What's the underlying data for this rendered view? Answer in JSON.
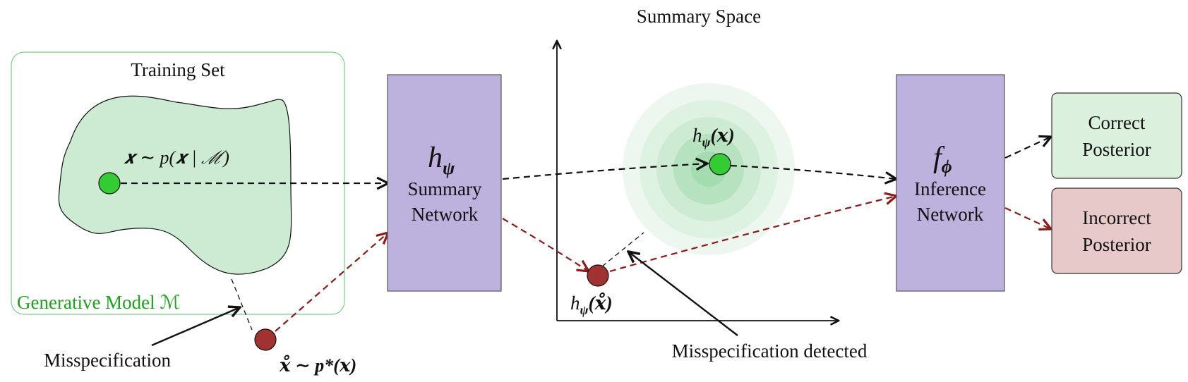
{
  "diagram": {
    "training_set": {
      "title": "Training Set",
      "sample_label": "𝒙 ∼ p(𝒙 | ℳ)",
      "model_label": "Generative Model ℳ"
    },
    "misspecification": {
      "label": "Misspecification",
      "observed_label": "𝒙̊ ∼ p*(𝒙)"
    },
    "summary_network": {
      "symbol": "h",
      "symbol_sub": "ψ",
      "line1": "Summary",
      "line2": "Network"
    },
    "summary_space": {
      "title": "Summary Space",
      "in_dist_label": "h",
      "in_dist_sub": "ψ",
      "in_dist_arg": "(𝒙)",
      "ood_label": "h",
      "ood_sub": "ψ",
      "ood_arg": "(𝒙̊)",
      "detected_label": "Misspecification detected"
    },
    "inference_network": {
      "symbol": "f",
      "symbol_sub": "ϕ",
      "line1": "Inference",
      "line2": "Network"
    },
    "outputs": {
      "correct_line1": "Correct",
      "correct_line2": "Posterior",
      "incorrect_line1": "Incorrect",
      "incorrect_line2": "Posterior"
    },
    "colors": {
      "training_fill": "#cdebd3",
      "training_border": "#7ccf86",
      "point_green": "#33cc33",
      "point_red": "#a03232",
      "network_fill": "#bdb1dd",
      "correct_fill": "#dbf1de",
      "incorrect_fill": "#e8c9ca",
      "arrow_red": "#8b1a1a",
      "model_text": "#1fa11f"
    }
  }
}
